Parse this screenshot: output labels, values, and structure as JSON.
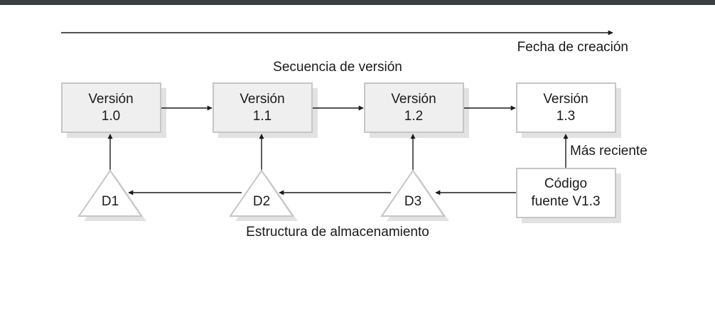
{
  "timeline": {
    "label": "Fecha de creación"
  },
  "sequence": {
    "title": "Secuencia de versión"
  },
  "versions": [
    {
      "line1": "Versión",
      "line2": "1.0"
    },
    {
      "line1": "Versión",
      "line2": "1.1"
    },
    {
      "line1": "Versión",
      "line2": "1.2"
    },
    {
      "line1": "Versión",
      "line2": "1.3"
    }
  ],
  "deltas": [
    "D1",
    "D2",
    "D3"
  ],
  "source": {
    "line1": "Código",
    "line2": "fuente V1.3"
  },
  "latest_label": "Más reciente",
  "storage": {
    "title": "Estructura de almacenamiento"
  }
}
